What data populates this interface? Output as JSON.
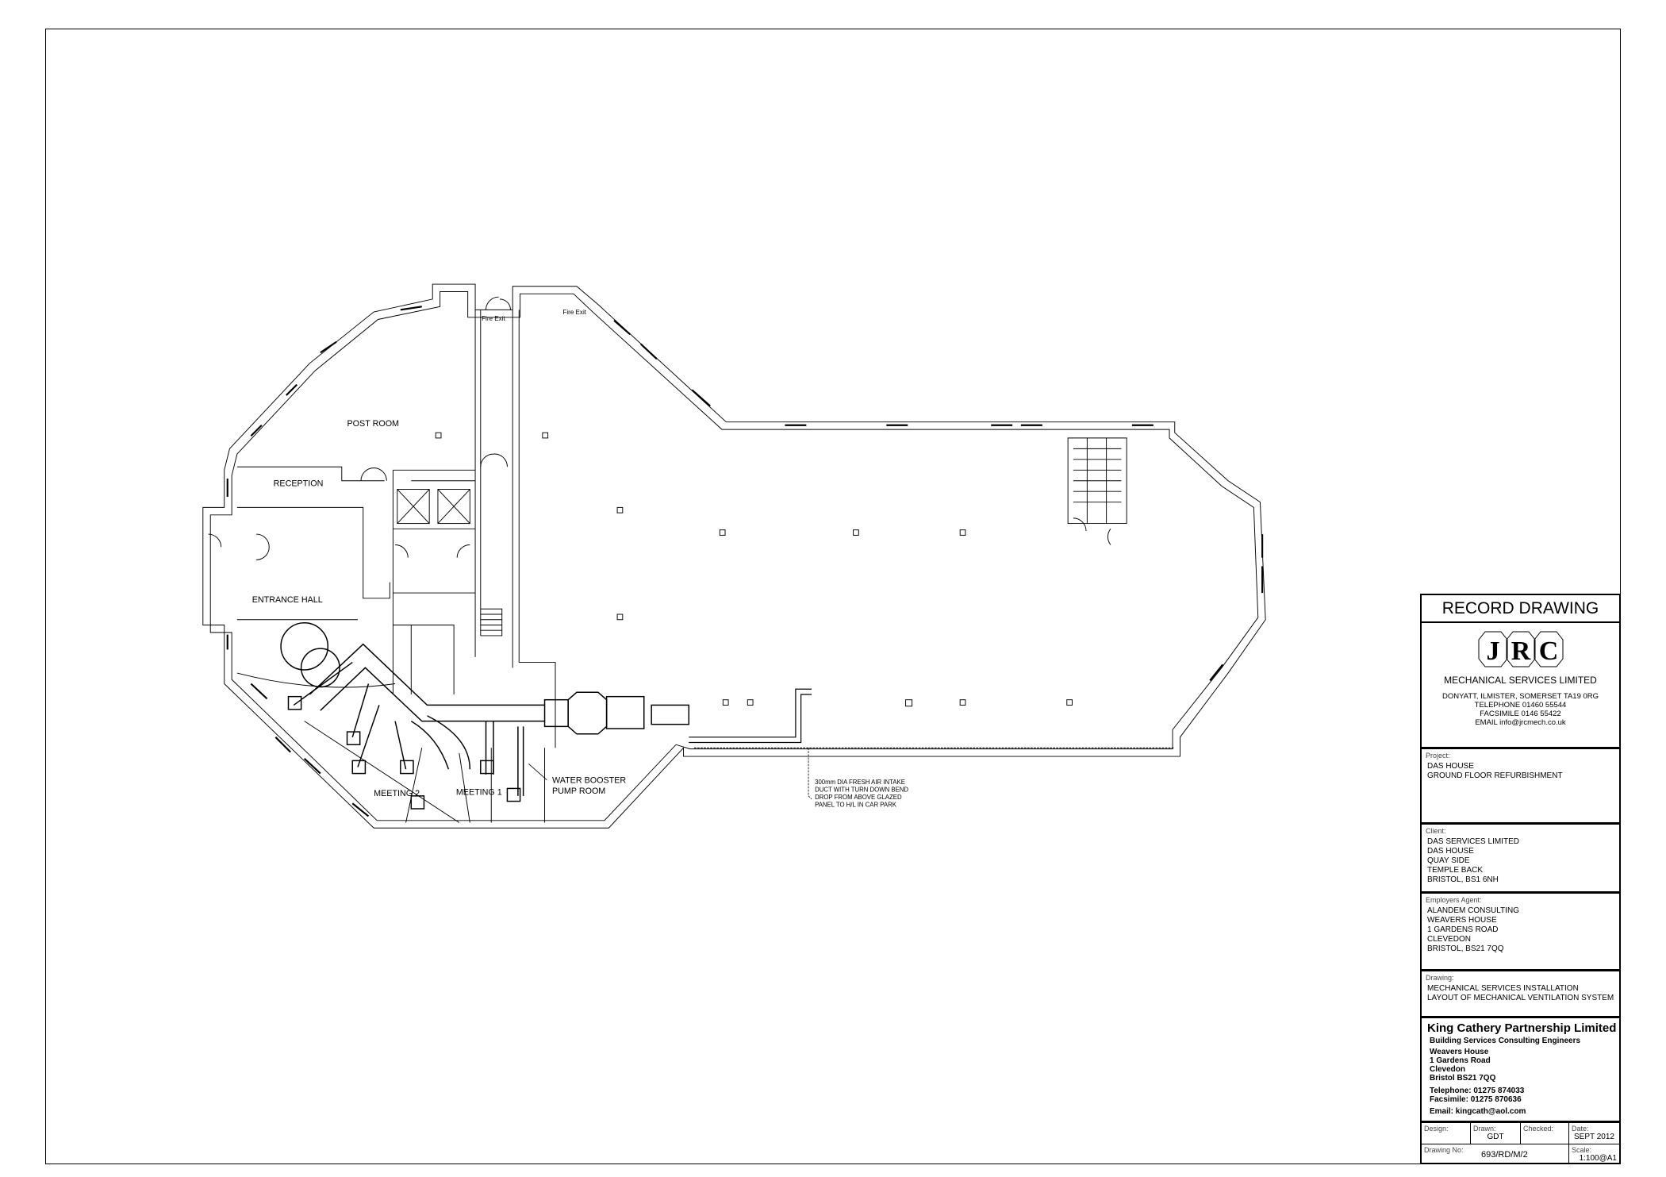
{
  "rooms": {
    "post_room": "POST ROOM",
    "reception": "RECEPTION",
    "entrance_hall": "ENTRANCE HALL",
    "meeting_2": "MEETING 2",
    "meeting_1": "MEETING 1",
    "pump_room_1": "WATER BOOSTER",
    "pump_room_2": "PUMP ROOM",
    "fire_exit_1": "Fire Exit",
    "fire_exit_2": "Fire Exit"
  },
  "annotation": [
    "300mm DIA FRESH AIR INTAKE",
    "DUCT WITH TURN DOWN BEND",
    "DROP FROM ABOVE GLAZED",
    "PANEL TO H/L IN CAR PARK"
  ],
  "title_block": {
    "heading": "RECORD DRAWING",
    "logo_letters": "JRC",
    "company": "MECHANICAL SERVICES LIMITED",
    "address": [
      "DONYATT, ILMISTER, SOMERSET TA19 0RG",
      "TELEPHONE 01460 55544",
      "FACSIMILE 0146 55422",
      "EMAIL info@jrcmech.co.uk"
    ],
    "project_label": "Project:",
    "project": [
      "DAS HOUSE",
      "GROUND FLOOR REFURBISHMENT"
    ],
    "client_label": "Client:",
    "client": [
      "DAS SERVICES LIMITED",
      "DAS HOUSE",
      "QUAY SIDE",
      "TEMPLE BACK",
      "BRISTOL, BS1 6NH"
    ],
    "agent_label": "Employers Agent:",
    "agent": [
      "ALANDEM CONSULTING",
      "WEAVERS HOUSE",
      "1 GARDENS ROAD",
      "CLEVEDON",
      "BRISTOL, BS21 7QQ"
    ],
    "drawing_label": "Drawing:",
    "drawing": [
      "MECHANICAL SERVICES INSTALLATION",
      "LAYOUT OF MECHANICAL VENTILATION SYSTEM"
    ],
    "consultant": {
      "name": "King Cathery Partnership Limited",
      "subtitle": "Building Services Consulting Engineers",
      "address": [
        "Weavers House",
        "1 Gardens Road",
        "Clevedon",
        "Bristol BS21 7QQ"
      ],
      "telephone": "Telephone: 01275 874033",
      "facsimile": "Facsimile: 01275 870636",
      "email": "Email: kingcath@aol.com"
    },
    "design_label": "Design:",
    "design": "",
    "drawn_label": "Drawn:",
    "drawn": "GDT",
    "checked_label": "Checked:",
    "checked": "",
    "date_label": "Date:",
    "date": "SEPT 2012",
    "drawing_no_label": "Drawing No:",
    "drawing_no": "693/RD/M/2",
    "scale_label": "Scale:",
    "scale": "1:100@A1"
  }
}
